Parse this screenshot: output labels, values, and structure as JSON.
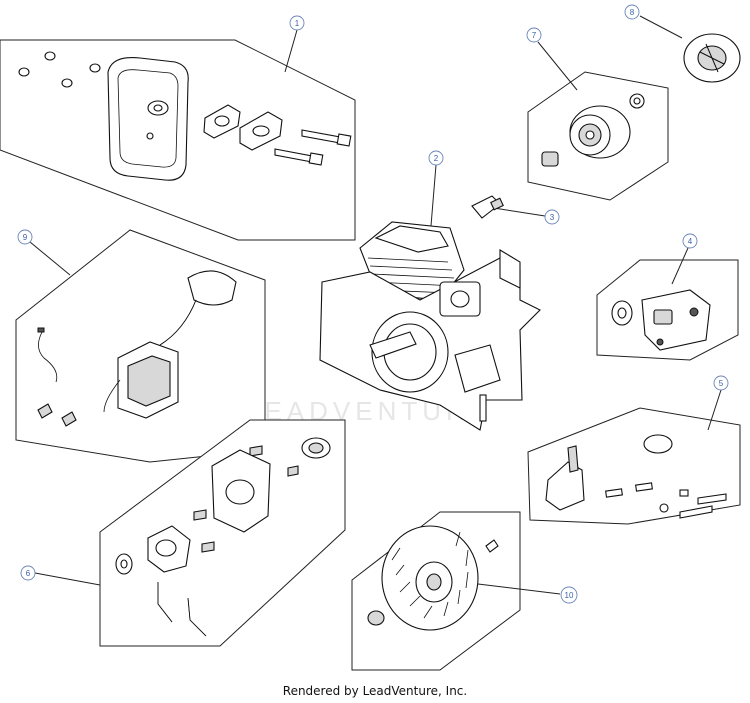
{
  "watermark": "LEADVENTURE",
  "footer": "Rendered by LeadVenture, Inc.",
  "callouts": [
    "1",
    "2",
    "3",
    "4",
    "5",
    "6",
    "7",
    "8",
    "9",
    "10"
  ]
}
